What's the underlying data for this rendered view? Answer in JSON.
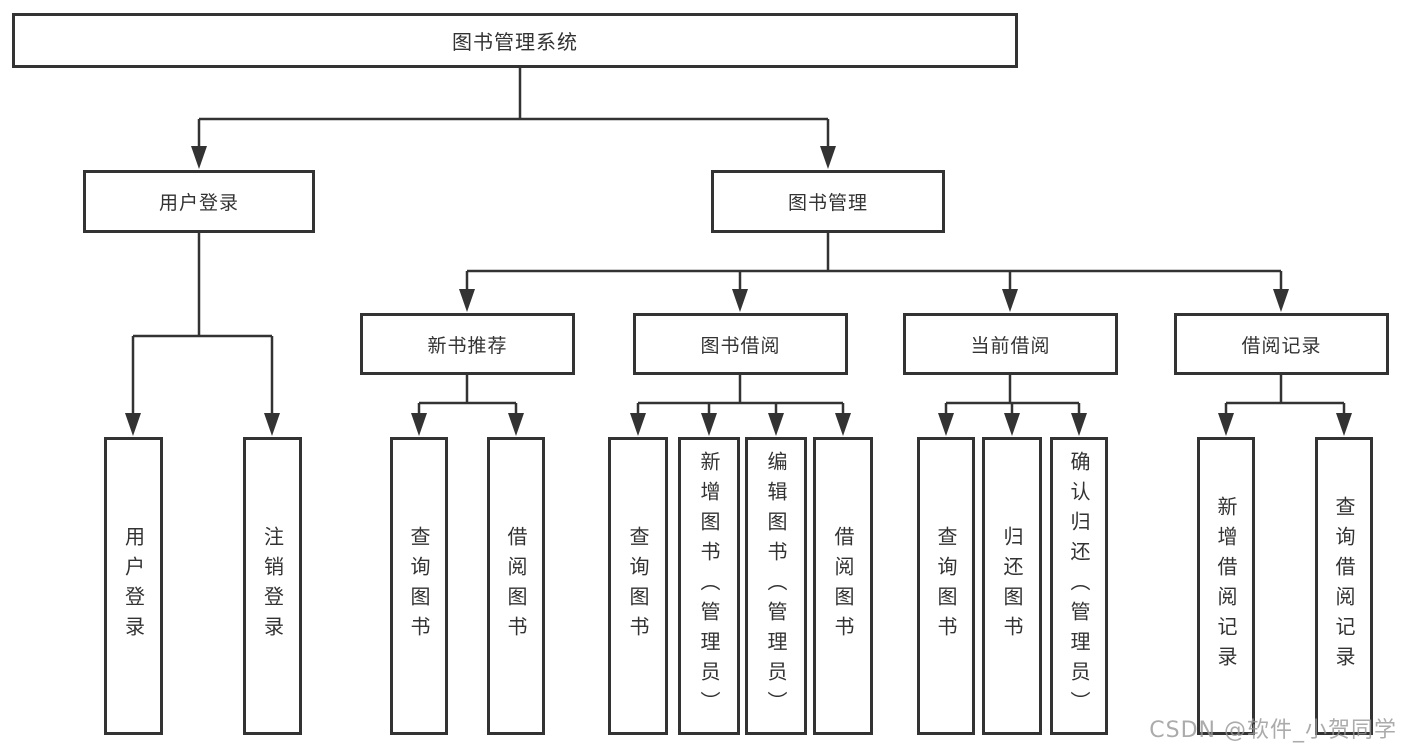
{
  "diagram": {
    "root": {
      "label": "图书管理系统"
    },
    "level2": {
      "user_login": {
        "label": "用户登录"
      },
      "book_mgmt": {
        "label": "图书管理"
      }
    },
    "level3": {
      "new_book": {
        "label": "新书推荐"
      },
      "book_borrow": {
        "label": "图书借阅"
      },
      "current_borrow": {
        "label": "当前借阅"
      },
      "borrow_record": {
        "label": "借阅记录"
      }
    },
    "leaves": {
      "user_login": [
        {
          "label": "用户登录"
        },
        {
          "label": "注销登录"
        }
      ],
      "new_book": [
        {
          "label": "查询图书"
        },
        {
          "label": "借阅图书"
        }
      ],
      "book_borrow": [
        {
          "label": "查询图书"
        },
        {
          "label": "新增图书（管理员）"
        },
        {
          "label": "编辑图书（管理员）"
        },
        {
          "label": "借阅图书"
        }
      ],
      "current_borrow": [
        {
          "label": "查询图书"
        },
        {
          "label": "归还图书"
        },
        {
          "label": "确认归还（管理员）"
        }
      ],
      "borrow_record": [
        {
          "label": "新增借阅记录"
        },
        {
          "label": "查询借阅记录"
        }
      ]
    },
    "watermark": {
      "text": "CSDN @软件_小贺同学"
    },
    "colors": {
      "line": "#333333",
      "box_border": "#333333",
      "box_fill": "#ffffff",
      "text": "#333333",
      "watermark": "#969696",
      "background": "#ffffff"
    }
  }
}
